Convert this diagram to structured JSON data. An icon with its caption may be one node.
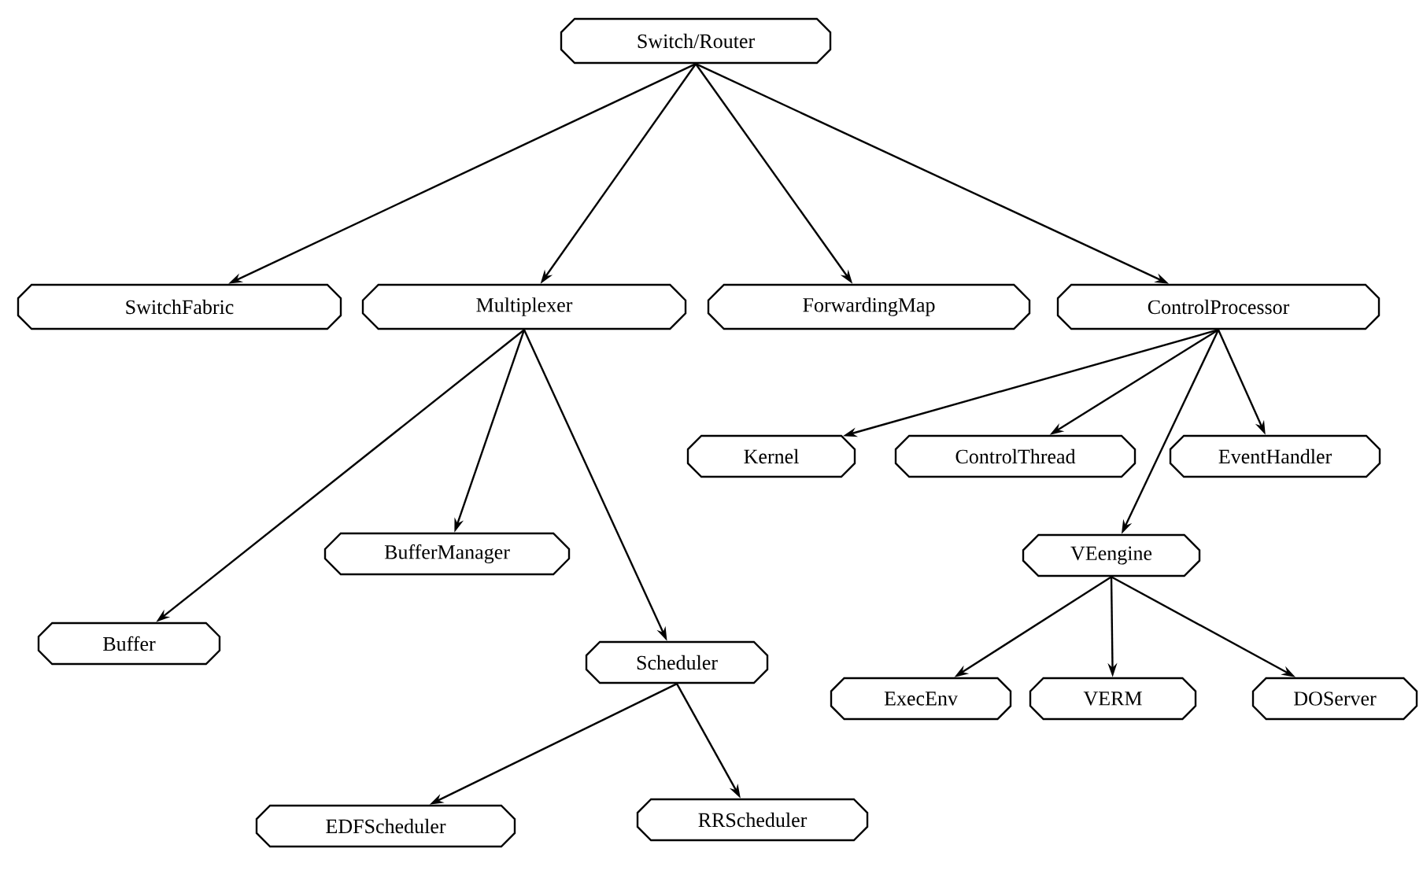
{
  "diagram": {
    "nodes": [
      {
        "text": [
          "Switch/Router"
        ]
      },
      {
        "text": [
          "SwitchFabric"
        ]
      },
      {
        "text": [
          "Multiplexer"
        ]
      },
      {
        "text": [
          "ForwardingMap"
        ]
      },
      {
        "text": [
          "ControlProcessor"
        ]
      },
      {
        "text": [
          "Kernel"
        ]
      },
      {
        "text": [
          "ControlThread"
        ]
      },
      {
        "text": [
          "EventHandler"
        ]
      },
      {
        "text": [
          "BufferManager"
        ]
      },
      {
        "text": [
          "VEengine"
        ]
      },
      {
        "text": [
          "Buffer"
        ]
      },
      {
        "text": [
          "Scheduler"
        ]
      },
      {
        "text": [
          "ExecEnv"
        ]
      },
      {
        "text": [
          "VERM"
        ]
      },
      {
        "text": [
          "DOServer"
        ]
      },
      {
        "text": [
          "EDFScheduler"
        ]
      },
      {
        "text": [
          "RRScheduler"
        ]
      }
    ],
    "edges": [
      {
        "from": 0,
        "to": 1,
        "arrow": "to"
      },
      {
        "from": 0,
        "to": 2,
        "arrow": "to"
      },
      {
        "from": 0,
        "to": 3,
        "arrow": "to"
      },
      {
        "from": 0,
        "to": 4,
        "arrow": "to"
      },
      {
        "from": 2,
        "to": 10,
        "arrow": "to"
      },
      {
        "from": 2,
        "to": 8,
        "arrow": "to"
      },
      {
        "from": 2,
        "to": 11,
        "arrow": "to"
      },
      {
        "from": 4,
        "to": 5,
        "arrow": "to"
      },
      {
        "from": 4,
        "to": 6,
        "arrow": "to"
      },
      {
        "from": 4,
        "to": 7,
        "arrow": "to"
      },
      {
        "from": 4,
        "to": 9,
        "arrow": "to"
      },
      {
        "from": 9,
        "to": 12,
        "arrow": "to"
      },
      {
        "from": 9,
        "to": 13,
        "arrow": "to"
      },
      {
        "from": 9,
        "to": 14,
        "arrow": "to"
      },
      {
        "from": 11,
        "to": 15,
        "arrow": "to"
      },
      {
        "from": 11,
        "to": 16,
        "arrow": "to"
      }
    ]
  }
}
